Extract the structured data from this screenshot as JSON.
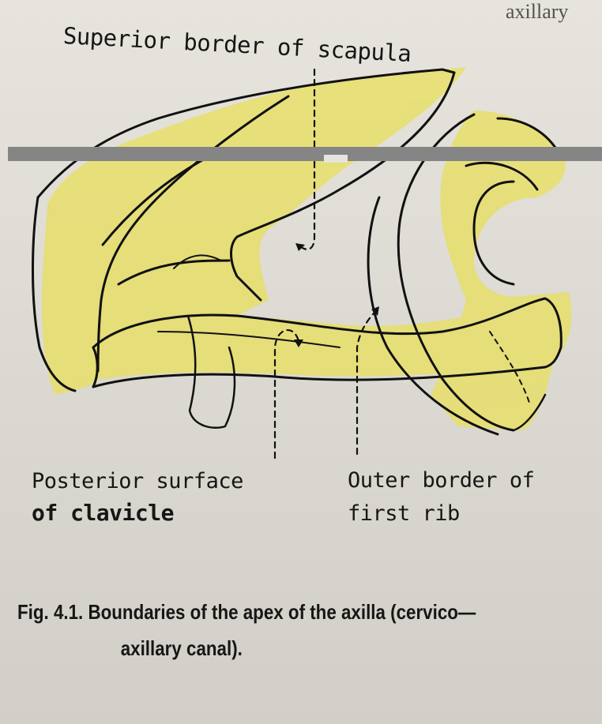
{
  "header": {
    "bleed_text": "axillary"
  },
  "labels": {
    "superior_border": "Superior border of scapula",
    "posterior_surface_line1": "Posterior surface",
    "posterior_surface_line2": "of clavicle",
    "outer_border_line1": "Outer border of",
    "outer_border_line2": "first rib"
  },
  "caption": {
    "line1": "Fig. 4.1.  Boundaries of the apex of the axilla (cervico—",
    "line2": "axillary canal)."
  },
  "colors": {
    "highlight": "#e7df6a",
    "ink": "#111111",
    "paper": "#e2e0d8",
    "bar": "#858585"
  }
}
